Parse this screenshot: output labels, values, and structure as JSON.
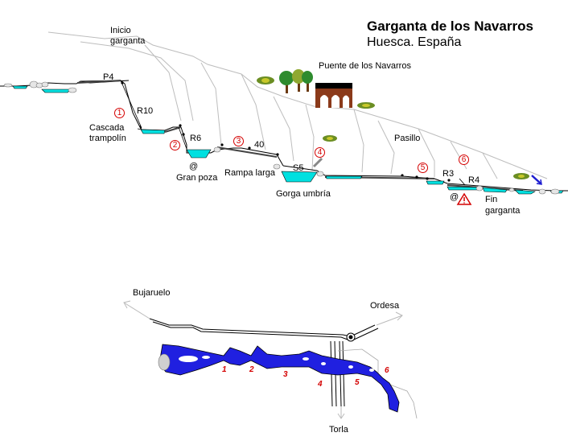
{
  "title": "Garganta de los Navarros",
  "subtitle": "Huesca. España",
  "profile": {
    "labels": {
      "inicio_1": "Inicio",
      "inicio_2": "garganta",
      "p4": "P4",
      "r10": "R10",
      "cascada_1": "Cascada",
      "cascada_2": "trampolín",
      "r6": "R6",
      "gran_poza": "Gran poza",
      "at1": "@",
      "rampa_larga": "Rampa larga",
      "forty": "40",
      "s5": "S5",
      "gorga_umbria": "Gorga umbría",
      "puente": "Puente de los Navarros",
      "pasillo": "Pasillo",
      "r3": "R3",
      "r4": "R4",
      "at2": "@",
      "fin_1": "Fin",
      "fin_2": "garganta"
    },
    "markers": [
      "1",
      "2",
      "3",
      "4",
      "5",
      "6"
    ]
  },
  "map": {
    "labels": {
      "bujaruelo": "Bujaruelo",
      "ordesa": "Ordesa",
      "torla": "Torla"
    },
    "markers": [
      "1",
      "2",
      "3",
      "4",
      "5",
      "6"
    ]
  },
  "colors": {
    "water": "#00e0e0",
    "river_map": "#2020e0",
    "markers": "#d40000",
    "cliff": "#c0c0c0",
    "trees": "#2e8b2e",
    "bridge": "#8b3a1a"
  },
  "icons": [
    "warning-icon",
    "direction-arrow-icon",
    "tree-icon",
    "bridge-icon"
  ]
}
